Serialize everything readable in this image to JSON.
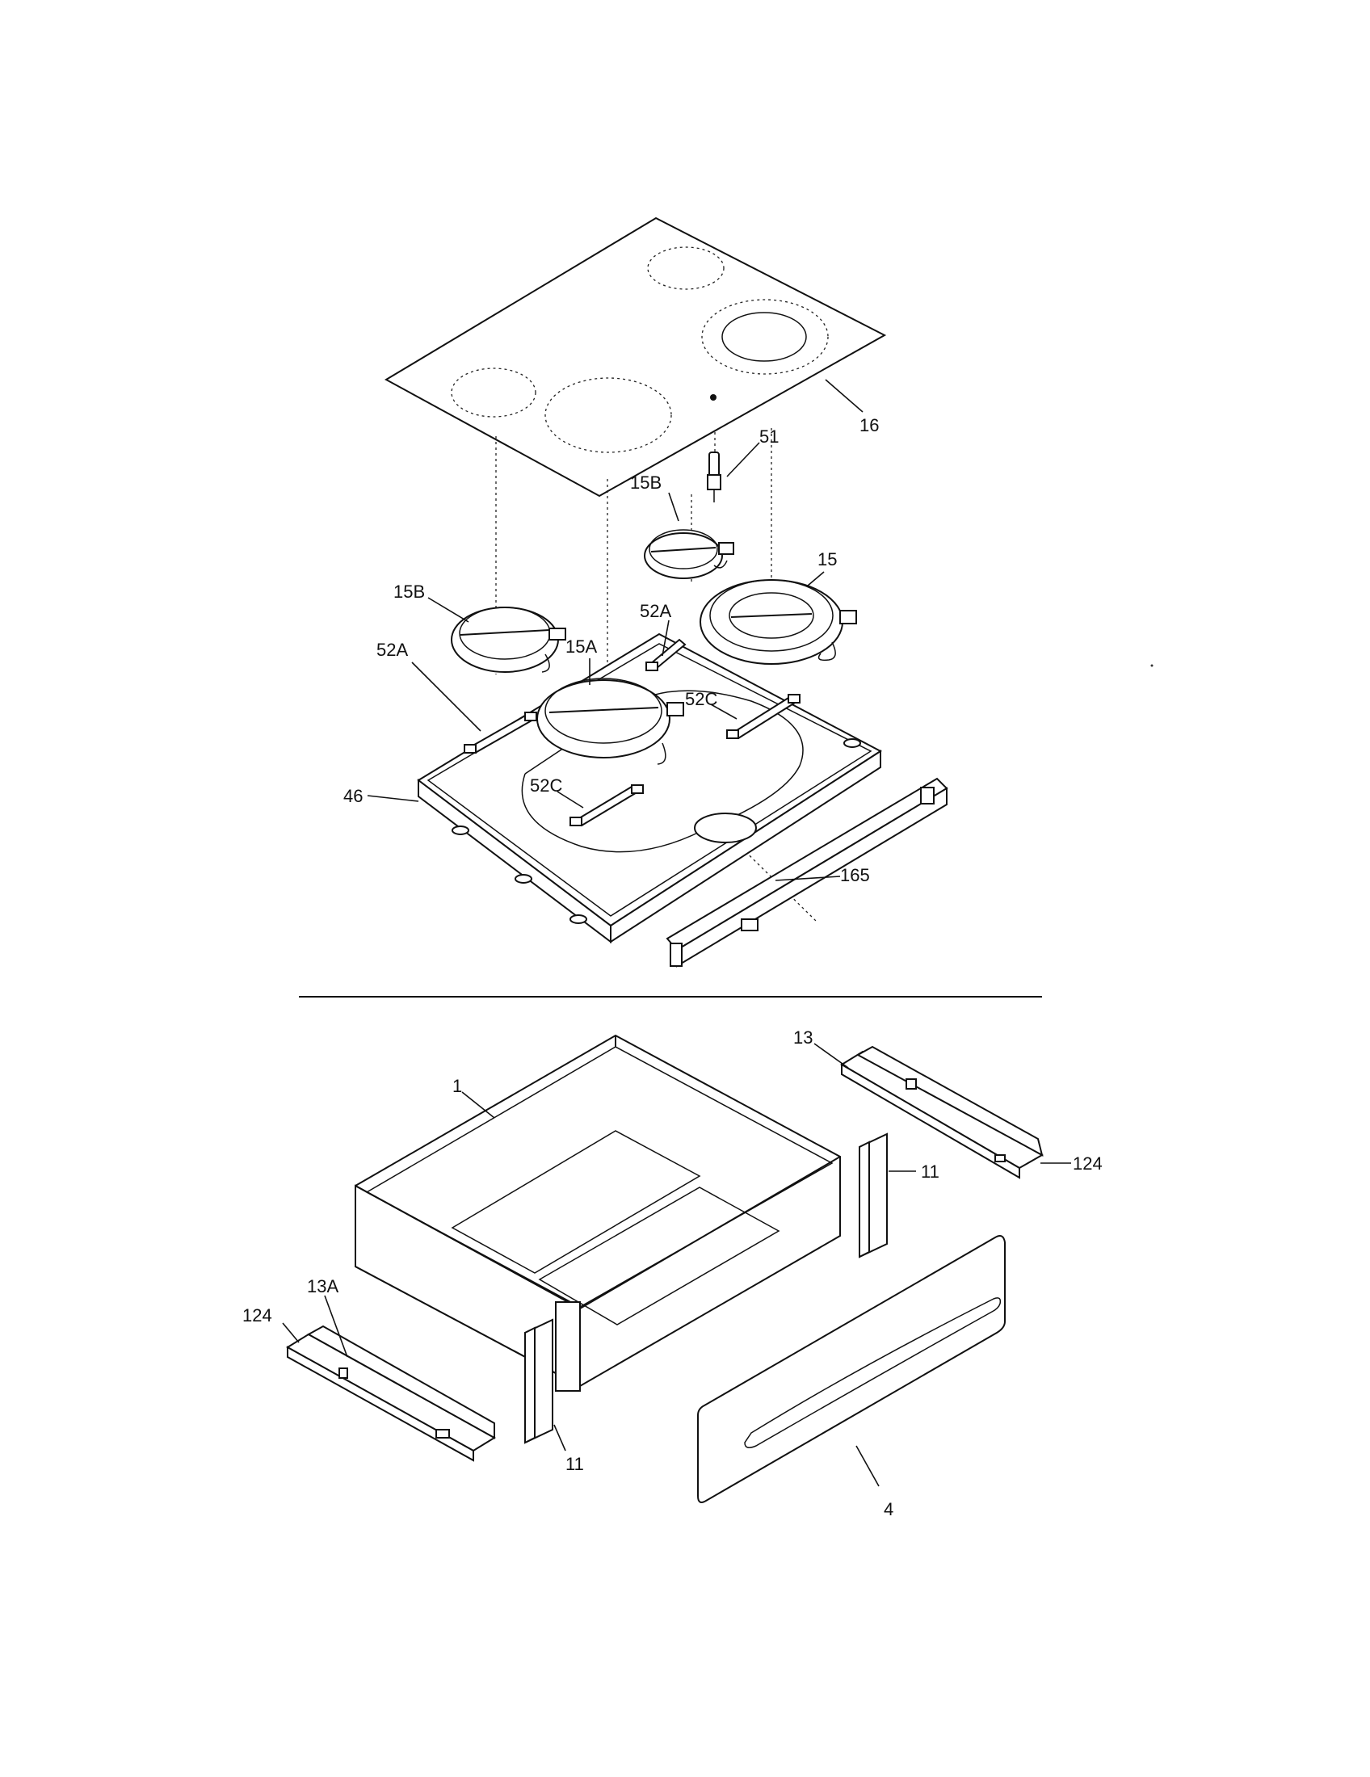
{
  "labels": {
    "l16": "16",
    "l51": "51",
    "l15B_top": "15B",
    "l15": "15",
    "l15B_left": "15B",
    "l52A_right": "52A",
    "l52A_left": "52A",
    "l15A": "15A",
    "l52C_right": "52C",
    "l52C_left": "52C",
    "l46": "46",
    "l165": "165",
    "l13": "13",
    "l1": "1",
    "l124_right": "124",
    "l11_right": "11",
    "l13A": "13A",
    "l124_left": "124",
    "l11_left": "11",
    "l4": "4"
  }
}
